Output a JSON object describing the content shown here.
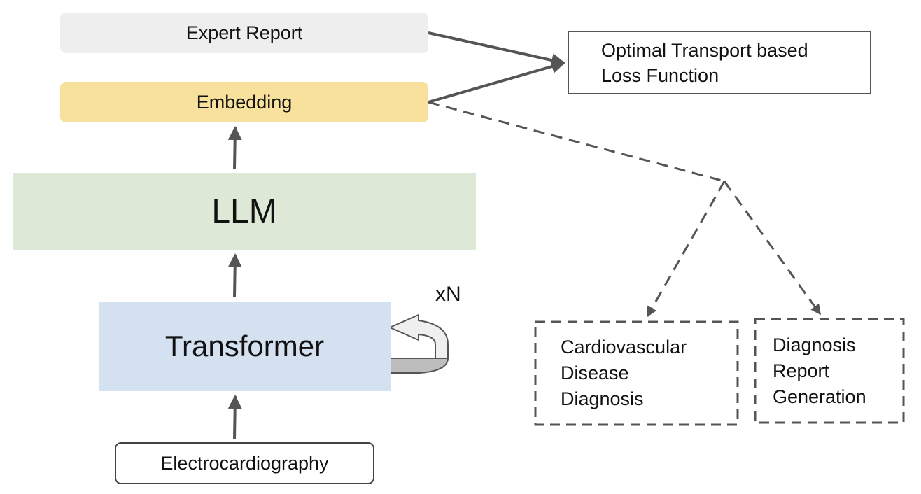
{
  "nodes": {
    "expert_report": "Expert Report",
    "embedding": "Embedding",
    "llm": "LLM",
    "transformer": "Transformer",
    "repeat_label": "xN",
    "input": "Electrocardiography",
    "loss": [
      "Optimal Transport based",
      "Loss Function"
    ],
    "task_diagnosis": [
      "Cardiovascular",
      "Disease",
      "Diagnosis"
    ],
    "task_report": [
      "Diagnosis",
      "Report",
      "Generation"
    ]
  },
  "colors": {
    "expert_report_fill": "#eeeeee",
    "embedding_fill": "#f8e19c",
    "llm_fill": "#dde9d6",
    "transformer_fill": "#d4e1f1",
    "arrow": "#555555"
  }
}
